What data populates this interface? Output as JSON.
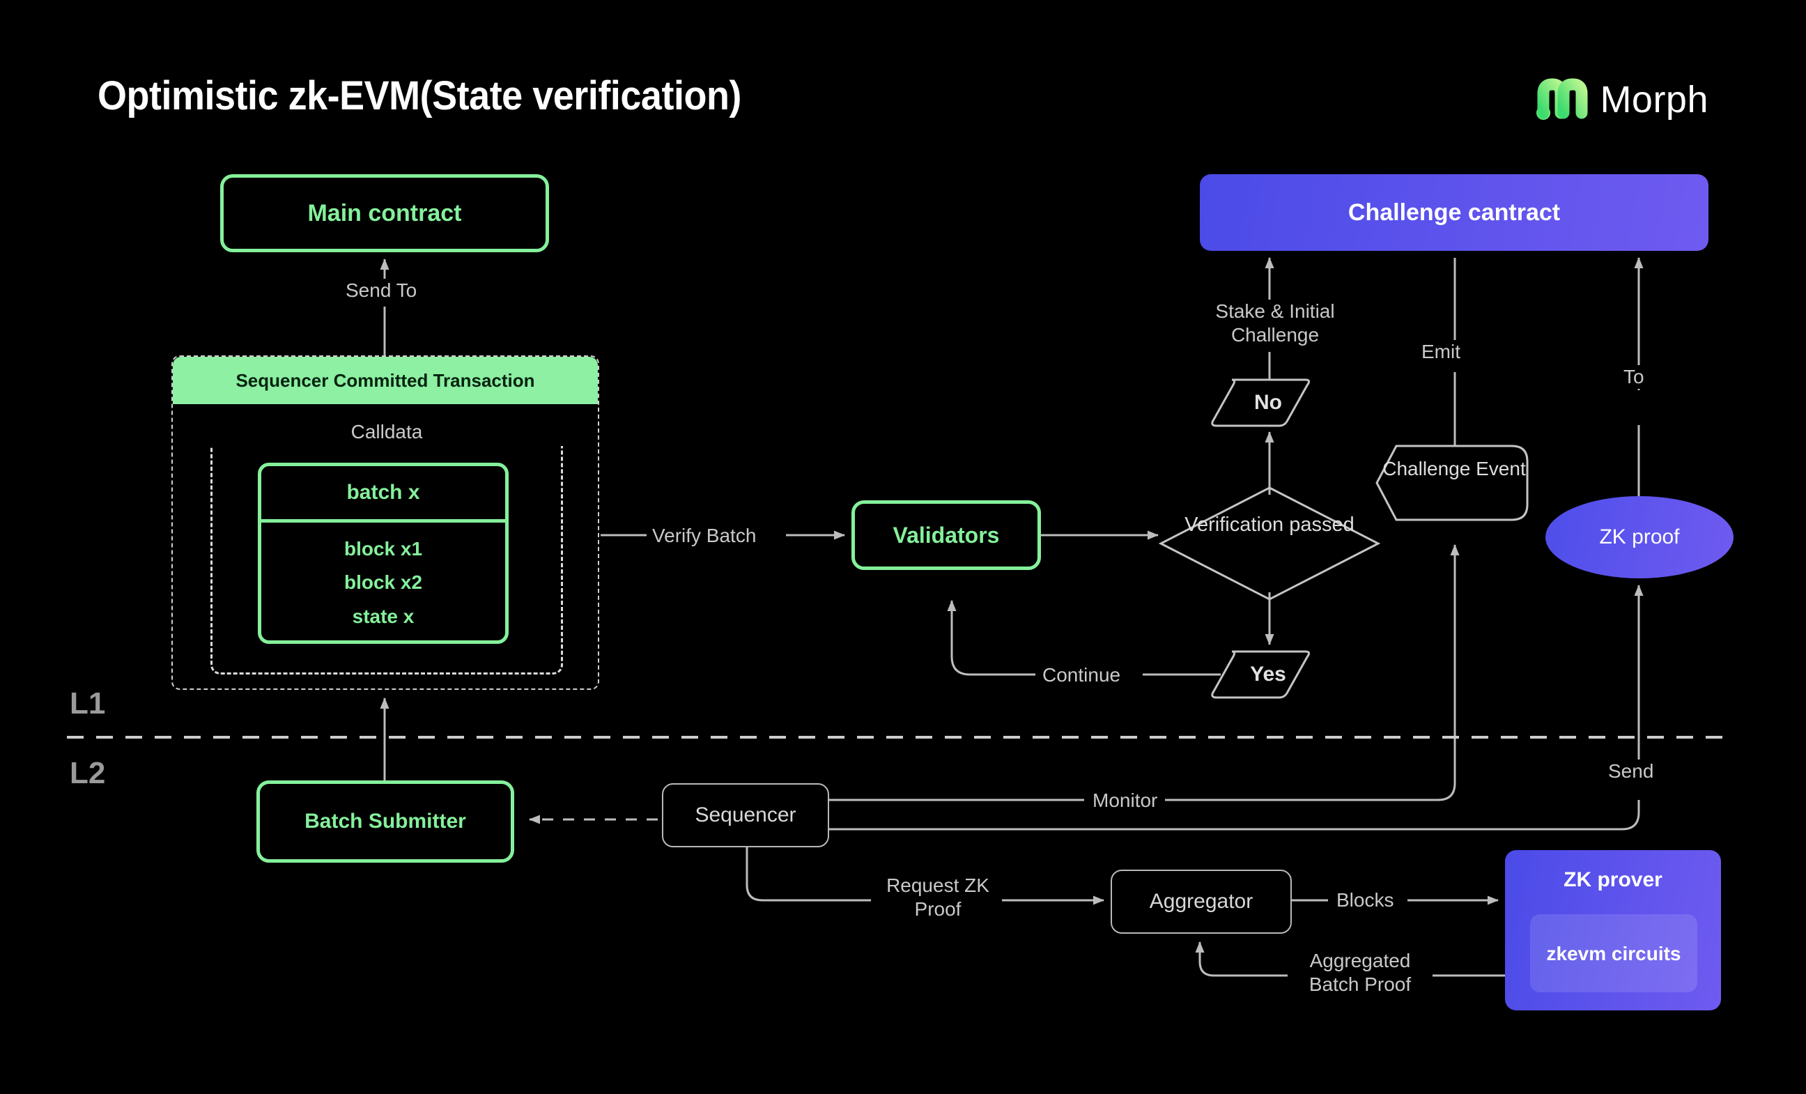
{
  "header": {
    "title": "Optimistic zk-EVM(State verification)",
    "brand": "Morph",
    "brand_icon": "morph-logo-icon"
  },
  "colors": {
    "background": "#000000",
    "green": "#85f09b",
    "green_fill": "#8df0a2",
    "purple": "#5a53ec",
    "purple_light": "#6f5bf0",
    "edge_gray": "#b9b9b9",
    "label_gray": "#c9c9c9",
    "layer_gray": "#9a9a9a"
  },
  "layers": {
    "l1": "L1",
    "l2": "L2"
  },
  "nodes": {
    "main_contract": "Main contract",
    "sequencer_committed_transaction": "Sequencer Committed Transaction",
    "calldata": "Calldata",
    "batch_title": "batch x",
    "batch_items": [
      "block x1",
      "block x2",
      "state x"
    ],
    "validators": "Validators",
    "verification_passed": "Verification passed",
    "no": "No",
    "yes": "Yes",
    "challenge_event": "Challenge Event",
    "challenge_contract": "Challenge cantract",
    "zk_proof": "ZK proof",
    "batch_submitter": "Batch Submitter",
    "sequencer": "Sequencer",
    "aggregator": "Aggregator",
    "zk_prover": "ZK prover",
    "zkevm_circuits": "zkevm circuits"
  },
  "edges": {
    "send_to": "Send To",
    "verify_batch": "Verify Batch",
    "stake_initial_challenge": "Stake & Initial Challenge",
    "continue": "Continue",
    "emit": "Emit",
    "to": "To",
    "monitor": "Monitor",
    "send": "Send",
    "request_zk_proof": "Request ZK Proof",
    "blocks": "Blocks",
    "aggregated_batch_proof": "Aggregated Batch Proof"
  }
}
